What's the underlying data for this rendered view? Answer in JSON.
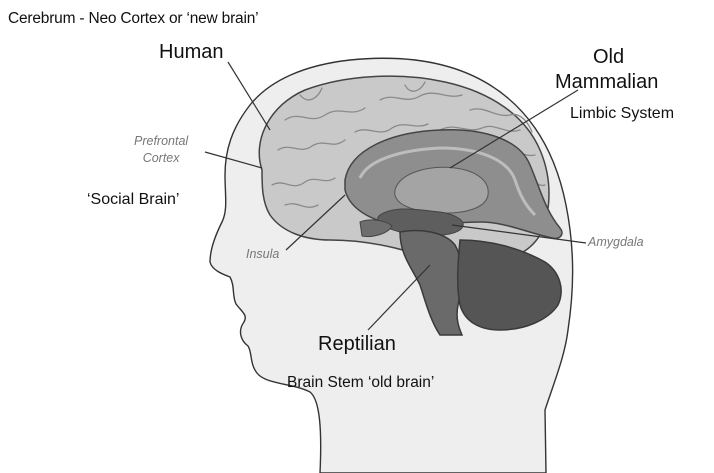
{
  "diagram": {
    "title_label": "Cerebrum - Neo Cortex or ‘new brain’",
    "labels": {
      "human": "Human",
      "old": "Old",
      "mammalian": "Mammalian",
      "limbic_system": "Limbic System",
      "prefrontal": "Prefrontal",
      "cortex": "Cortex",
      "social_brain": "‘Social Brain’",
      "insula": "Insula",
      "amygdala": "Amygdala",
      "reptilian": "Reptilian",
      "brain_stem": "Brain Stem ‘old brain’"
    },
    "colors": {
      "head_fill": "#eeeeee",
      "head_outline": "#333333",
      "cortex_fill": "#c9c9c9",
      "cortex_folds": "#8a8a8a",
      "limbic_fill": "#8e8e8e",
      "limbic_dark": "#5e5e5e",
      "stem_fill": "#6a6a6a",
      "cerebellum_fill": "#555555",
      "pointer_line": "#333333",
      "italic_label": "#777777"
    }
  }
}
